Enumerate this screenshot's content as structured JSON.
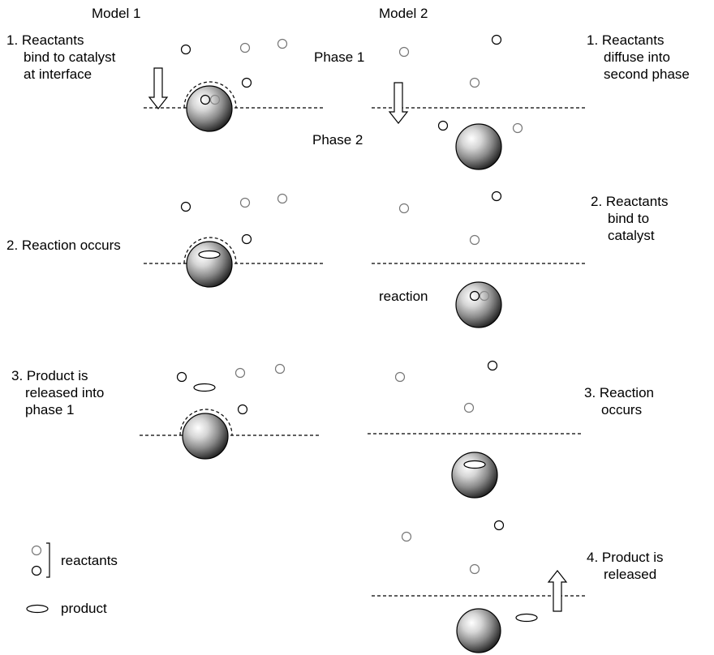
{
  "headers": {
    "model1": "Model 1",
    "model2": "Model 2"
  },
  "phases": {
    "phase1": "Phase 1",
    "phase2": "Phase 2"
  },
  "model1": {
    "step1": [
      "1. Reactants",
      "bind to catalyst",
      "at interface"
    ],
    "step2": [
      "2. Reaction occurs"
    ],
    "step3": [
      "3. Product is",
      "released into",
      "phase 1"
    ]
  },
  "model2": {
    "step1": [
      "1. Reactants",
      "diffuse into",
      "second phase"
    ],
    "step2": [
      "2. Reactants",
      "bind to",
      "catalyst"
    ],
    "reaction": "reaction",
    "step3": [
      "3. Reaction",
      "occurs"
    ],
    "step4": [
      "4. Product is",
      "released"
    ]
  },
  "legend": {
    "reactants": "reactants",
    "product": "product"
  },
  "colors": {
    "reactant_dark": "#000000",
    "reactant_light": "#777777",
    "catalyst_highlight": "#ffffff",
    "catalyst_shadow": "#1a1a1a",
    "background": "#ffffff"
  }
}
